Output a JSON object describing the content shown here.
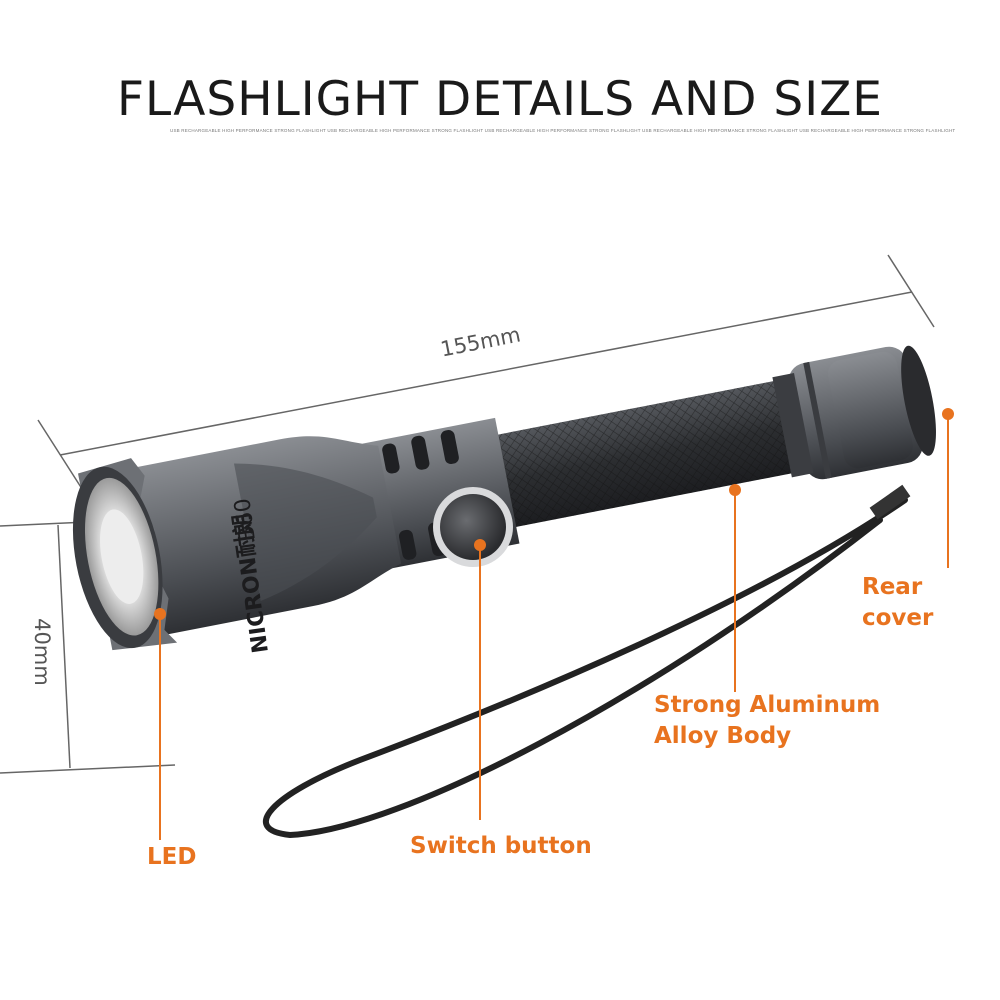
{
  "header": {
    "title": "FLASHLIGHT DETAILS AND SIZE",
    "subtitle": "USB RECHARGEABLE HIGH PERFORMANCE STRONG FLASHLIGHT USB RECHARGEABLE HIGH PERFORMANCE STRONG FLASHLIGHT USB RECHARGEABLE HIGH PERFORMANCE STRONG FLASHLIGHT USB RECHARGEABLE HIGH PERFORMANCE STRONG FLASHLIGHT USB RECHARGEABLE HIGH PERFORMANCE STRONG FLASHLIGHT"
  },
  "dimensions": {
    "length": "155mm",
    "diameter": "40mm"
  },
  "product": {
    "brand": "NICRON",
    "brand_cn": "耐朗",
    "model": "B60"
  },
  "callouts": {
    "led": "LED",
    "switch": "Switch button",
    "body_line1": "Strong Aluminum",
    "body_line2": "Alloy Body",
    "rear": "Rear cover"
  },
  "colors": {
    "accent": "#e8731f",
    "body": "#5a5d62",
    "dark": "#2b2d30"
  }
}
